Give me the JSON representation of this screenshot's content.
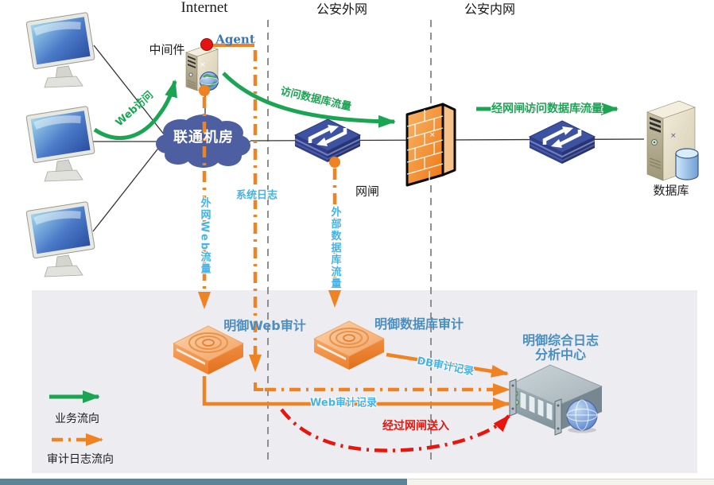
{
  "zones": {
    "internet": "Internet",
    "police_external": "公安外网",
    "police_internal": "公安内网"
  },
  "nodes": {
    "middleware": "中间件",
    "agent": "Agent",
    "unicom_room": "联通机房",
    "gateway": "网闸",
    "database": "数据库",
    "web_audit": "明御Web审计",
    "db_audit": "明御数据库审计",
    "log_center_line1": "明御综合日志",
    "log_center_line2": "分析中心"
  },
  "flows": {
    "web_access": "Web访问",
    "db_access": "访问数据库流量",
    "via_gateway": "经网闸访问数据库流量",
    "system_log": "系统日志",
    "external_web": "外网Web流量",
    "external_db": "外部数据库流量",
    "db_record": "DB审计记录",
    "web_record": "Web审计记录",
    "via_gateway_send": "经过网闸送入"
  },
  "legend": {
    "business": "业务流向",
    "audit": "审计日志流向"
  },
  "icons": {
    "clients": "desktop-monitor-icon",
    "isp": "network-cloud-icon",
    "middleware": "tower-server-icon",
    "agent": "red-agent-dot-icon",
    "gateway": "ethernet-switch-icon",
    "inner_switch": "ethernet-switch-icon",
    "firewall": "brick-firewall-icon",
    "database": "database-server-icon",
    "web_audit": "audit-appliance-icon",
    "db_audit": "audit-appliance-icon",
    "log_center": "rack-server-globe-icon"
  },
  "colors": {
    "business_green": "#1ba553",
    "audit_orange": "#ef8222",
    "alert_red": "#e8150d",
    "flow_label_cyan": "#45b2e8",
    "node_label_blue": "#4a8fc0",
    "cloud_fill": "#4d5fa0",
    "switch_navy": "#3e52a2",
    "panel_gray": "#ececf1",
    "divider_gray": "#8f8f8f",
    "bottom_bar_teal": "#5d8496"
  }
}
